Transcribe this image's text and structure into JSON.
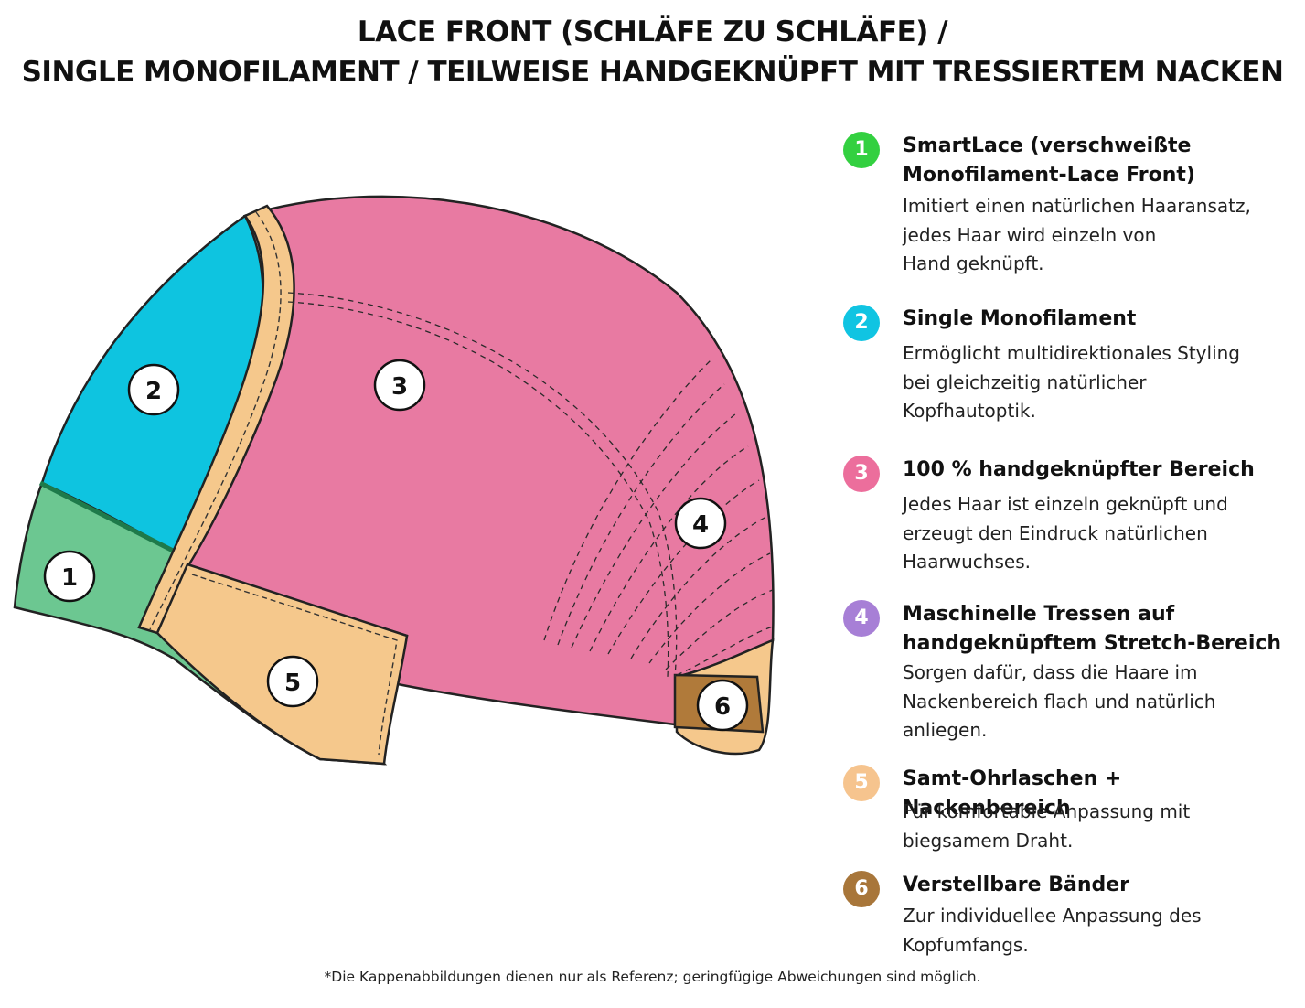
{
  "title": {
    "line1": "LACE FRONT (SCHLÄFE ZU SCHLÄFE) /",
    "line2": "SINGLE MONOFILAMENT / TEILWEISE HANDGEKNÜPFT MIT TRESSIERTEM NACKEN"
  },
  "diagram": {
    "zone_numbers": [
      "1",
      "2",
      "3",
      "4",
      "5",
      "6"
    ],
    "colors": {
      "zone1": "#6cc791",
      "zone2": "#0ec4e0",
      "zone3": "#e87aa2",
      "zone5": "#f5c88c",
      "zone6": "#b07a3a"
    }
  },
  "legend": [
    {
      "number": "1",
      "color": "#33d040",
      "title_lines": [
        "SmartLace (verschweißte",
        "Monofilament-Lace Front)"
      ],
      "desc_lines": [
        "Imitiert einen natürlichen Haaransatz,",
        "jedes Haar wird einzeln von",
        "Hand geknüpft."
      ]
    },
    {
      "number": "2",
      "color": "#10c4e2",
      "title_lines": [
        "Single Monofilament"
      ],
      "desc_lines": [
        "Ermöglicht multidirektionales Styling",
        "bei gleichzeitig natürlicher",
        "Kopfhautoptik."
      ]
    },
    {
      "number": "3",
      "color": "#ec6e9c",
      "title_lines": [
        "100 % handgeknüpfter Bereich"
      ],
      "desc_lines": [
        "Jedes Haar ist einzeln geknüpft und",
        "erzeugt den Eindruck natürlichen",
        "Haarwuchses."
      ]
    },
    {
      "number": "4",
      "color": "#a77fd6",
      "title_lines": [
        "Maschinelle Tressen auf",
        "handgeknüpftem Stretch-Bereich"
      ],
      "desc_lines": [
        "Sorgen dafür, dass die Haare im",
        "Nackenbereich flach und natürlich",
        "anliegen."
      ]
    },
    {
      "number": "5",
      "color": "#f6c48e",
      "title_lines": [
        "Samt-Ohrlaschen + Nackenbereich"
      ],
      "desc_lines": [
        "Für komfortable Anpassung mit",
        "biegsamem Draht."
      ]
    },
    {
      "number": "6",
      "color": "#a8763a",
      "title_lines": [
        "Verstellbare Bänder"
      ],
      "desc_lines": [
        "Zur individuellee Anpassung des",
        "Kopfumfangs."
      ]
    }
  ],
  "footnote": "*Die Kappenabbildungen dienen nur als Referenz; geringfügige Abweichungen sind möglich."
}
